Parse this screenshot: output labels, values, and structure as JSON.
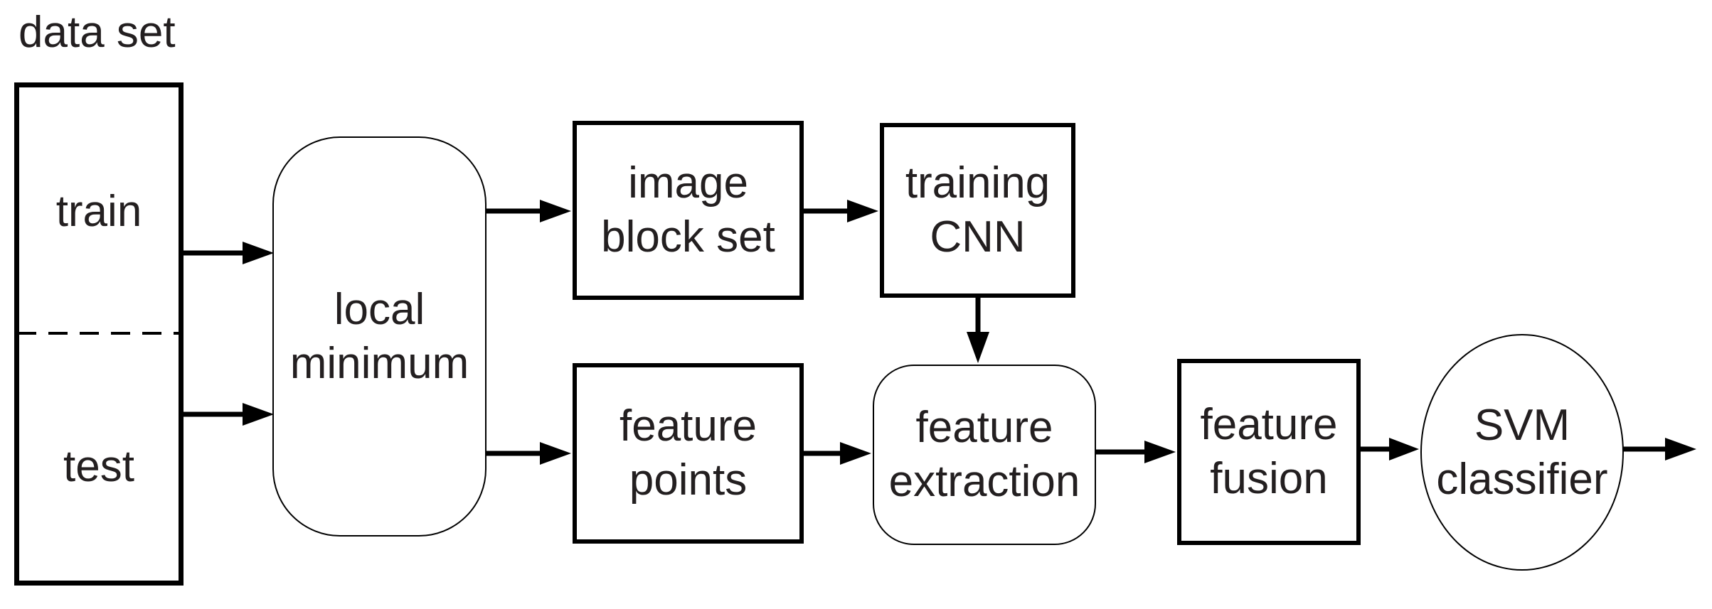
{
  "diagram": {
    "title": "data set",
    "dataset": {
      "train_label": "train",
      "test_label": "test"
    },
    "nodes": {
      "local_minimum": {
        "line1": "local",
        "line2": "minimum"
      },
      "image_block_set": {
        "line1": "image",
        "line2": "block set"
      },
      "training_cnn": {
        "line1": "training",
        "line2": "CNN"
      },
      "feature_points": {
        "line1": "feature",
        "line2": "points"
      },
      "feature_extraction": {
        "line1": "feature",
        "line2": "extraction"
      },
      "feature_fusion": {
        "line1": "feature",
        "line2": "fusion"
      },
      "svm_classifier": {
        "line1": "SVM",
        "line2": "classifier"
      }
    },
    "edges": [
      {
        "from": "train",
        "to": "local minimum"
      },
      {
        "from": "test",
        "to": "local minimum"
      },
      {
        "from": "local minimum",
        "to": "image block set"
      },
      {
        "from": "local minimum",
        "to": "feature points"
      },
      {
        "from": "image block set",
        "to": "training CNN"
      },
      {
        "from": "training CNN",
        "to": "feature extraction"
      },
      {
        "from": "feature points",
        "to": "feature extraction"
      },
      {
        "from": "feature extraction",
        "to": "feature fusion"
      },
      {
        "from": "feature fusion",
        "to": "SVM classifier"
      },
      {
        "from": "SVM classifier",
        "to": "output"
      }
    ],
    "colors": {
      "stroke": "#000000",
      "text": "#231f20",
      "background": "#ffffff"
    }
  }
}
